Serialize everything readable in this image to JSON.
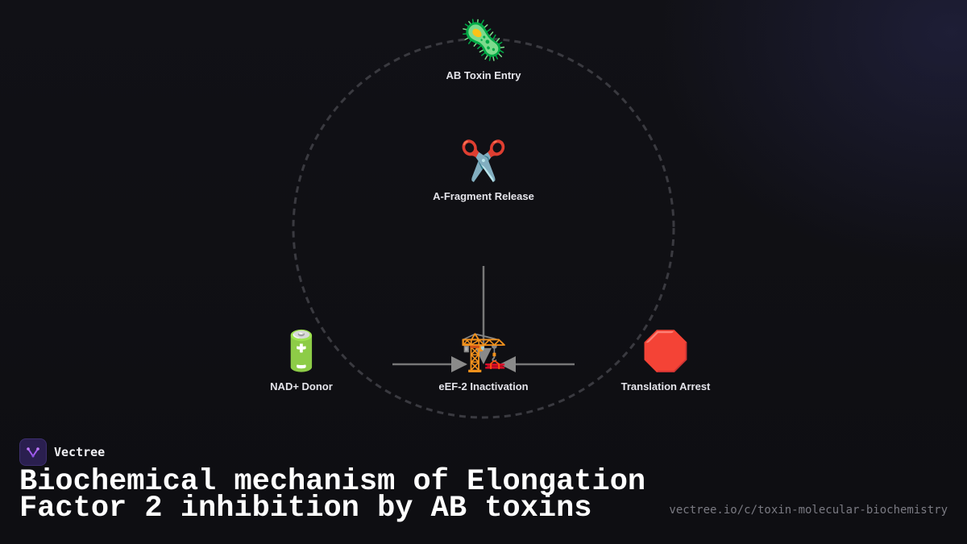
{
  "diagram": {
    "nodes": {
      "toxin": {
        "icon": "🦠",
        "icon_name": "microbe-icon",
        "label": "AB Toxin Entry"
      },
      "fragment": {
        "icon": "✂️",
        "icon_name": "scissors-icon",
        "label": "A-Fragment Release"
      },
      "nad": {
        "icon": "🔋",
        "icon_name": "battery-icon",
        "label": "NAD+ Donor"
      },
      "eef2": {
        "icon": "🏗️",
        "icon_name": "crane-icon",
        "label": "eEF-2 Inactivation"
      },
      "arrest": {
        "icon": "🛑",
        "icon_name": "stop-sign-icon",
        "label": "Translation Arrest"
      }
    },
    "edges": [
      {
        "from": "fragment",
        "to": "eef2"
      },
      {
        "from": "nad",
        "to": "eef2"
      },
      {
        "from": "arrest",
        "to": "eef2"
      }
    ],
    "colors": {
      "background": "#0f0f13",
      "cycle_ring": "#3a3a40",
      "edge": "#777777",
      "label": "#e4e4ea"
    }
  },
  "footer": {
    "brand_name": "Vectree",
    "title": "Biochemical mechanism of Elongation Factor 2 inhibition by AB toxins",
    "url": "vectree.io/c/toxin-molecular-biochemistry"
  }
}
